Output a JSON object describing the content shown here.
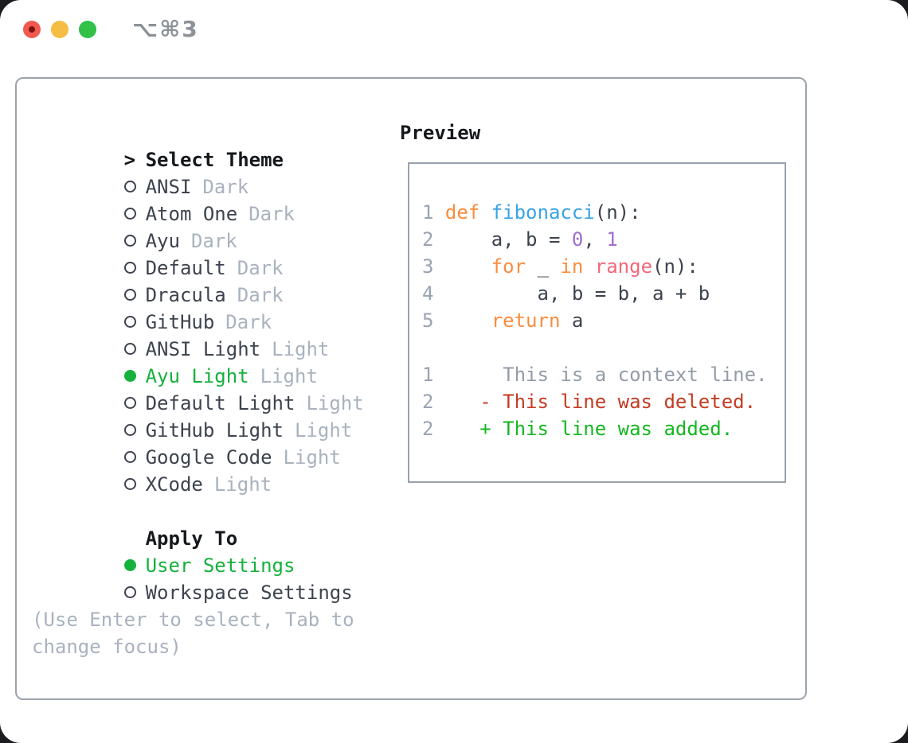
{
  "titlebar": {
    "title": "⌥⌘3"
  },
  "theme_panel": {
    "prompt": ">",
    "title": "Select Theme",
    "items": [
      {
        "name": "ANSI",
        "variant": "Dark",
        "selected": false
      },
      {
        "name": "Atom One",
        "variant": "Dark",
        "selected": false
      },
      {
        "name": "Ayu",
        "variant": "Dark",
        "selected": false
      },
      {
        "name": "Default",
        "variant": "Dark",
        "selected": false
      },
      {
        "name": "Dracula",
        "variant": "Dark",
        "selected": false
      },
      {
        "name": "GitHub",
        "variant": "Dark",
        "selected": false
      },
      {
        "name": "ANSI Light",
        "variant": "Light",
        "selected": false
      },
      {
        "name": "Ayu Light",
        "variant": "Light",
        "selected": true
      },
      {
        "name": "Default Light",
        "variant": "Light",
        "selected": false
      },
      {
        "name": "GitHub Light",
        "variant": "Light",
        "selected": false
      },
      {
        "name": "Google Code",
        "variant": "Light",
        "selected": false
      },
      {
        "name": "XCode",
        "variant": "Light",
        "selected": false
      }
    ],
    "apply": {
      "title": "Apply To",
      "items": [
        {
          "label": "User Settings",
          "selected": true
        },
        {
          "label": "Workspace Settings",
          "selected": false
        }
      ]
    },
    "hint": {
      "line1": "(Use Enter to select, Tab to",
      "line2": "change focus)"
    }
  },
  "preview": {
    "title": "Preview",
    "lines": [
      {
        "num": "1 ",
        "tokens": [
          [
            "kw",
            "def "
          ],
          [
            "fn",
            "fibonacci"
          ],
          [
            "pl",
            "(n):"
          ]
        ]
      },
      {
        "num": "2 ",
        "tokens": [
          [
            "pl",
            "    a, b = "
          ],
          [
            "num",
            "0"
          ],
          [
            "pl",
            ", "
          ],
          [
            "num",
            "1"
          ]
        ]
      },
      {
        "num": "3 ",
        "tokens": [
          [
            "pl",
            "    "
          ],
          [
            "kw",
            "for"
          ],
          [
            "pl",
            " _ "
          ],
          [
            "kw",
            "in"
          ],
          [
            "pl",
            " "
          ],
          [
            "bi",
            "range"
          ],
          [
            "pl",
            "(n):"
          ]
        ]
      },
      {
        "num": "4 ",
        "tokens": [
          [
            "pl",
            "        a, b = b, a + b"
          ]
        ]
      },
      {
        "num": "5 ",
        "tokens": [
          [
            "pl",
            "    "
          ],
          [
            "kw",
            "return"
          ],
          [
            "pl",
            " a"
          ]
        ]
      },
      {
        "num": "",
        "tokens": []
      },
      {
        "num": "1 ",
        "tokens": [
          [
            "ctx",
            "     This is a context line."
          ]
        ]
      },
      {
        "num": "2 ",
        "tokens": [
          [
            "del",
            "   - This line was deleted."
          ]
        ]
      },
      {
        "num": "2 ",
        "tokens": [
          [
            "add",
            "   + This line was added."
          ]
        ]
      }
    ]
  },
  "colors": {
    "selected_green": "#16b13c",
    "keyword_orange": "#f98d3e",
    "function_blue": "#38a3e8",
    "number_purple": "#9e6fd0",
    "builtin_coral": "#f4687a",
    "diff_red": "#c43b22",
    "diff_add_green": "#13b71f",
    "muted_gray": "#a9b2bf",
    "line_number_gray": "#9aa3b2",
    "text_dark": "#3d434e",
    "border_gray": "#9ba3ad",
    "traffic_red": "#f25a50",
    "traffic_yellow": "#f6bd44",
    "traffic_green": "#30c146"
  }
}
